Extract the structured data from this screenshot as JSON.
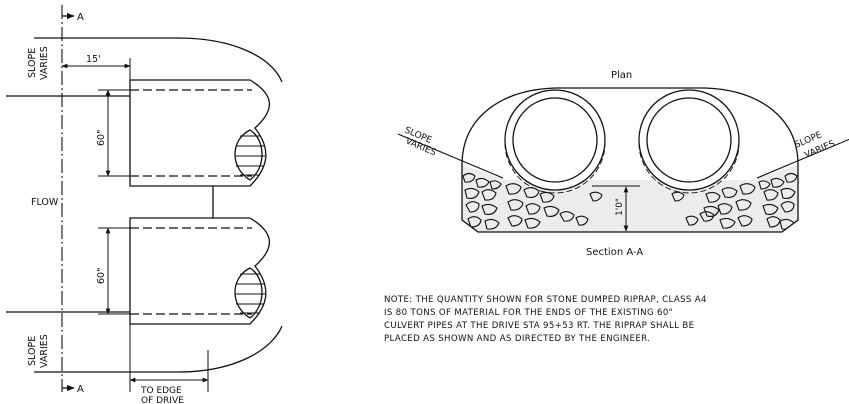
{
  "plan_view": {
    "section_marker": "A",
    "slope_label_top": [
      "SLOPE",
      "VARIES"
    ],
    "slope_label_bottom": [
      "SLOPE",
      "VARIES"
    ],
    "setback_dim": "15'",
    "pipe_dim_upper": "60\"",
    "pipe_dim_lower": "60\"",
    "flow_label": "FLOW",
    "edge_label": [
      "TO EDGE",
      "OF DRIVE"
    ]
  },
  "section_view": {
    "heading": "Plan",
    "caption": "Section A-A",
    "slope_label_left": [
      "SLOPE",
      "VARIES"
    ],
    "slope_label_right": [
      "SLOPE",
      "VARIES"
    ],
    "depth_dim": "1'0\""
  },
  "note": {
    "lines": [
      "NOTE:  THE QUANTITY SHOWN FOR STONE DUMPED RIPRAP, CLASS A4",
      "IS 80 TONS OF MATERIAL FOR THE ENDS OF THE EXISTING 60\"",
      "CULVERT PIPES AT THE DRIVE STA 95+53 RT.  THE RIPRAP SHALL BE",
      "PLACED AS SHOWN AND AS DIRECTED BY THE ENGINEER."
    ]
  }
}
